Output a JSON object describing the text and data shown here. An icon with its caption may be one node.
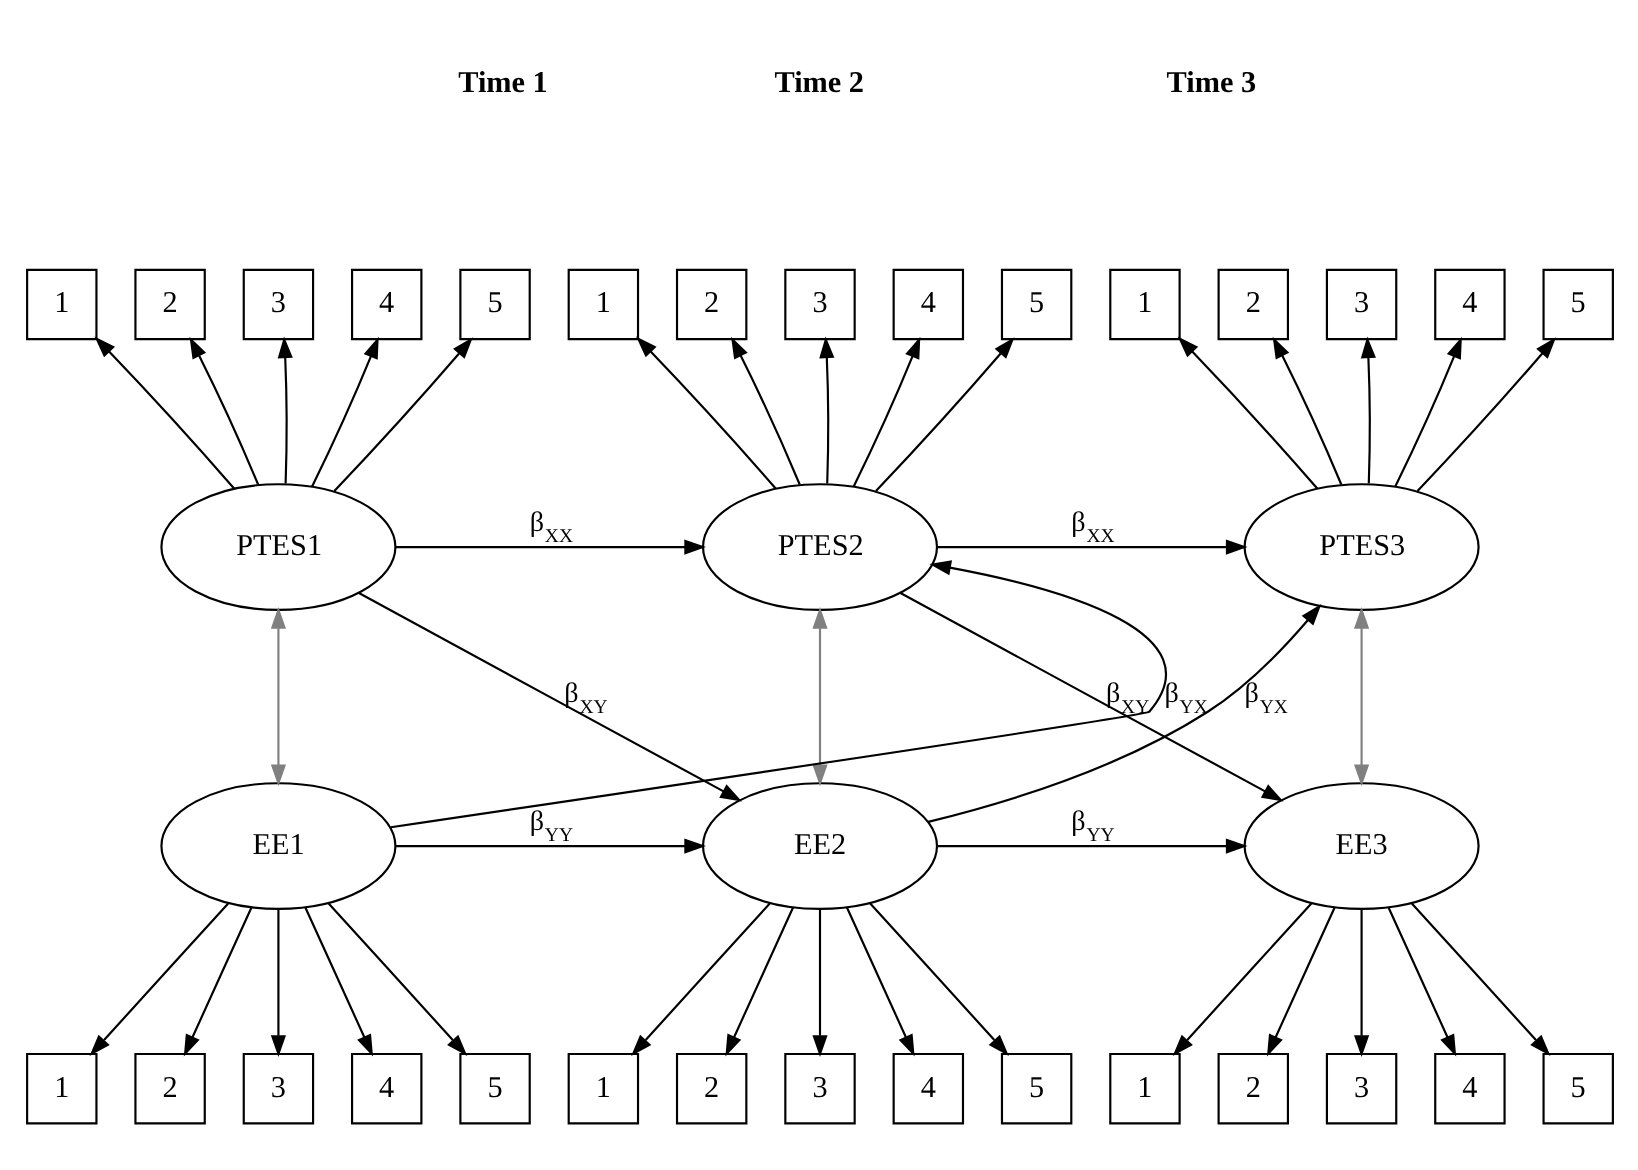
{
  "diagram": {
    "nodes": [
      {
        "text": [
          "1"
        ]
      },
      {
        "text": [
          "2"
        ]
      },
      {
        "text": [
          "3"
        ]
      },
      {
        "text": [
          "4"
        ]
      },
      {
        "text": [
          "5"
        ]
      },
      {
        "text": [
          "1"
        ]
      },
      {
        "text": [
          "2"
        ]
      },
      {
        "text": [
          "3"
        ]
      },
      {
        "text": [
          "4"
        ]
      },
      {
        "text": [
          "5"
        ]
      },
      {
        "text": [
          "1"
        ]
      },
      {
        "text": [
          "2"
        ]
      },
      {
        "text": [
          "3"
        ]
      },
      {
        "text": [
          "4"
        ]
      },
      {
        "text": [
          "5"
        ]
      },
      {
        "text": [
          "PTES1"
        ]
      },
      {
        "text": [
          "PTES2"
        ]
      },
      {
        "text": [
          "PTES3"
        ]
      },
      {
        "text": [
          "EE1"
        ]
      },
      {
        "text": [
          "EE2"
        ]
      },
      {
        "text": [
          "EE3"
        ]
      },
      {
        "text": [
          "1"
        ]
      },
      {
        "text": [
          "2"
        ]
      },
      {
        "text": [
          "3"
        ]
      },
      {
        "text": [
          "4"
        ]
      },
      {
        "text": [
          "5"
        ]
      },
      {
        "text": [
          "1"
        ]
      },
      {
        "text": [
          "2"
        ]
      },
      {
        "text": [
          "3"
        ]
      },
      {
        "text": [
          "4"
        ]
      },
      {
        "text": [
          "5"
        ]
      },
      {
        "text": [
          "1"
        ]
      },
      {
        "text": [
          "2"
        ]
      },
      {
        "text": [
          "3"
        ]
      },
      {
        "text": [
          "4"
        ]
      },
      {
        "text": [
          "5"
        ]
      }
    ],
    "edges": [
      {
        "from": 15,
        "to": 0,
        "arrow": "to"
      },
      {
        "from": 15,
        "to": 1,
        "arrow": "to"
      },
      {
        "from": 15,
        "to": 2,
        "arrow": "to"
      },
      {
        "from": 15,
        "to": 3,
        "arrow": "to"
      },
      {
        "from": 15,
        "to": 4,
        "arrow": "to"
      },
      {
        "from": 16,
        "to": 5,
        "arrow": "to"
      },
      {
        "from": 16,
        "to": 6,
        "arrow": "to"
      },
      {
        "from": 16,
        "to": 7,
        "arrow": "to"
      },
      {
        "from": 16,
        "to": 8,
        "arrow": "to"
      },
      {
        "from": 16,
        "to": 9,
        "arrow": "to"
      },
      {
        "from": 17,
        "to": 10,
        "arrow": "to"
      },
      {
        "from": 17,
        "to": 11,
        "arrow": "to"
      },
      {
        "from": 17,
        "to": 12,
        "arrow": "to"
      },
      {
        "from": 17,
        "to": 13,
        "arrow": "to"
      },
      {
        "from": 17,
        "to": 14,
        "arrow": "to"
      },
      {
        "from": 15,
        "to": 18,
        "arrow": "both",
        "color": "#808080"
      },
      {
        "from": 15,
        "to": 16,
        "arrow": "to",
        "label": "β$_{XX}$"
      },
      {
        "from": 15,
        "to": 19,
        "arrow": "to",
        "label": "β$_{XY}$"
      },
      {
        "from": 16,
        "to": 17,
        "arrow": "to",
        "label": "β$_{XX}$"
      },
      {
        "from": 16,
        "to": 20,
        "arrow": "to",
        "label": "β$_{XY}$"
      },
      {
        "from": 16,
        "to": 19,
        "arrow": "both",
        "color": "#808080"
      },
      {
        "from": 17,
        "to": 20,
        "arrow": "both",
        "color": "#808080"
      },
      {
        "from": 18,
        "to": 16,
        "arrow": "to",
        "label": "β$_{YX}$"
      },
      {
        "from": 18,
        "to": 19,
        "arrow": "to",
        "label": "β$_{YY}$"
      },
      {
        "from": 19,
        "to": 17,
        "arrow": "to",
        "label": "β$_{YX}$"
      },
      {
        "from": 19,
        "to": 20,
        "arrow": "to",
        "label": "β$_{YY}$"
      },
      {
        "from": 18,
        "to": 21,
        "arrow": "to"
      },
      {
        "from": 18,
        "to": 22,
        "arrow": "to"
      },
      {
        "from": 18,
        "to": 23,
        "arrow": "to"
      },
      {
        "from": 18,
        "to": 24,
        "arrow": "to"
      },
      {
        "from": 18,
        "to": 25,
        "arrow": "to"
      },
      {
        "from": 19,
        "to": 26,
        "arrow": "to"
      },
      {
        "from": 19,
        "to": 27,
        "arrow": "to"
      },
      {
        "from": 19,
        "to": 28,
        "arrow": "to"
      },
      {
        "from": 19,
        "to": 29,
        "arrow": "to"
      },
      {
        "from": 19,
        "to": 30,
        "arrow": "to"
      },
      {
        "from": 20,
        "to": 31,
        "arrow": "to"
      },
      {
        "from": 20,
        "to": 32,
        "arrow": "to"
      },
      {
        "from": 20,
        "to": 33,
        "arrow": "to"
      },
      {
        "from": 20,
        "to": 34,
        "arrow": "to"
      },
      {
        "from": 20,
        "to": 35,
        "arrow": "to"
      }
    ],
    "labels": [
      "Time 1",
      "Time 2",
      "Time 3"
    ]
  }
}
